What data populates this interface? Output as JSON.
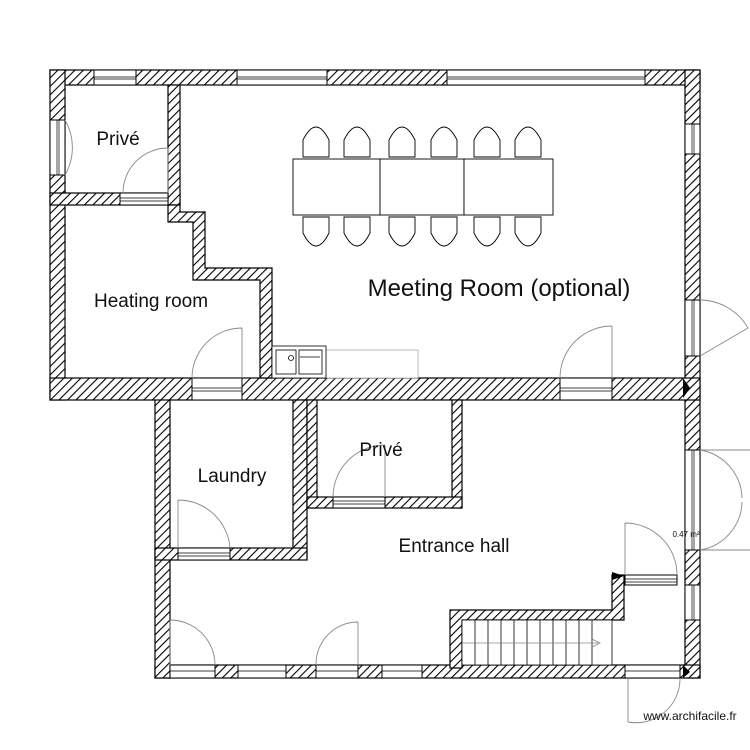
{
  "rooms": {
    "prive_top": "Privé",
    "heating_room": "Heating room",
    "meeting_room": "Meeting Room (optional)",
    "laundry": "Laundry",
    "prive_middle": "Privé",
    "entrance_hall": "Entrance hall"
  },
  "area_note": "0.47 m²",
  "watermark": "www.archifacile.fr",
  "colors": {
    "wall": "#000000",
    "background": "#ffffff",
    "fixture": "#888888"
  }
}
